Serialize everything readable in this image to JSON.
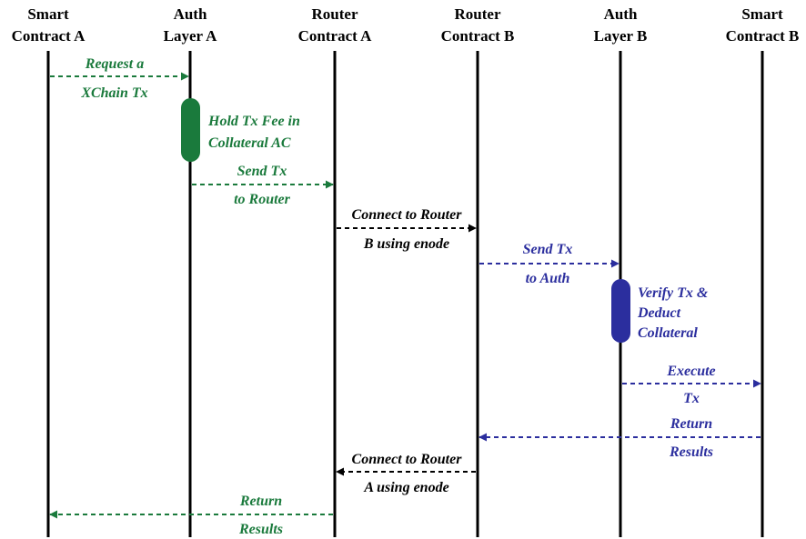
{
  "colors": {
    "lifeline": "#000000",
    "green": "#1a7a3c",
    "blue": "#2b2e9e",
    "black": "#000000"
  },
  "participants": [
    {
      "id": "sc-a",
      "line1": "Smart",
      "line2": "Contract A"
    },
    {
      "id": "auth-a",
      "line1": "Auth",
      "line2": "Layer A"
    },
    {
      "id": "router-a",
      "line1": "Router",
      "line2": "Contract A"
    },
    {
      "id": "router-b",
      "line1": "Router",
      "line2": "Contract B"
    },
    {
      "id": "auth-b",
      "line1": "Auth",
      "line2": "Layer B"
    },
    {
      "id": "sc-b",
      "line1": "Smart",
      "line2": "Contract B"
    }
  ],
  "messages": [
    {
      "id": "request-xchain-tx",
      "from": "sc-a",
      "to": "auth-a",
      "color": "green",
      "line1": "Request a",
      "line2": "XChain Tx"
    },
    {
      "id": "send-tx-to-router",
      "from": "auth-a",
      "to": "router-a",
      "color": "green",
      "line1": "Send Tx",
      "line2": "to Router"
    },
    {
      "id": "connect-to-router-b",
      "from": "router-a",
      "to": "router-b",
      "color": "black",
      "line1": "Connect to Router",
      "line2": "B using enode"
    },
    {
      "id": "send-tx-to-auth",
      "from": "router-b",
      "to": "auth-b",
      "color": "blue",
      "line1": "Send Tx",
      "line2": "to Auth"
    },
    {
      "id": "execute-tx",
      "from": "auth-b",
      "to": "sc-b",
      "color": "blue",
      "line1": "Execute",
      "line2": "Tx"
    },
    {
      "id": "return-results-b",
      "from": "sc-b",
      "to": "router-b",
      "color": "blue",
      "line1": "Return",
      "line2": "Results"
    },
    {
      "id": "connect-to-router-a",
      "from": "router-b",
      "to": "router-a",
      "color": "black",
      "line1": "Connect to Router",
      "line2": "A using enode"
    },
    {
      "id": "return-results-a",
      "from": "router-a",
      "to": "sc-a",
      "color": "green",
      "line1": "Return",
      "line2": "Results"
    }
  ],
  "activations": [
    {
      "id": "hold-tx-fee",
      "on": "auth-a",
      "color": "green",
      "lines": [
        "Hold Tx Fee in",
        "Collateral AC"
      ]
    },
    {
      "id": "verify-tx",
      "on": "auth-b",
      "color": "blue",
      "lines": [
        "Verify Tx &",
        "Deduct",
        "Collateral"
      ]
    }
  ]
}
